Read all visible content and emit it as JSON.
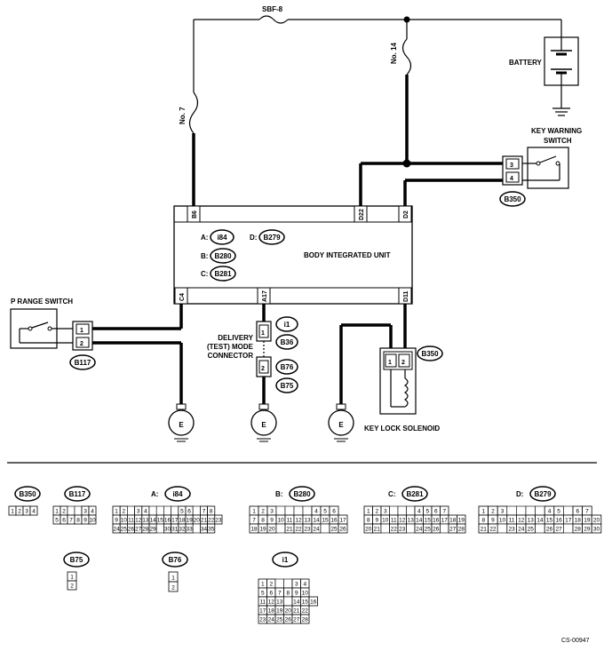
{
  "fuses": {
    "sbf": "SBF-8",
    "fuse_14": "No. 14",
    "fuse_7": "No. 7"
  },
  "battery": {
    "label": "BATTERY"
  },
  "key_warning_switch": {
    "label_line1": "KEY WARNING",
    "label_line2": "SWITCH",
    "connector": "B350",
    "pins": [
      "3",
      "4"
    ]
  },
  "body_integrated_unit": {
    "label": "BODY INTEGRATED UNIT",
    "connectors": [
      {
        "prefix": "A:",
        "id": "i84"
      },
      {
        "prefix": "B:",
        "id": "B280"
      },
      {
        "prefix": "C:",
        "id": "B281"
      },
      {
        "prefix": "D:",
        "id": "B279"
      }
    ],
    "top_terminals": [
      "B6",
      "D22",
      "D2"
    ],
    "bottom_terminals": [
      "C4",
      "A17",
      "D11"
    ]
  },
  "p_range_switch": {
    "label": "P RANGE SWITCH",
    "connector": "B117",
    "pins": [
      "1",
      "2"
    ]
  },
  "delivery_connector": {
    "label_line1": "DELIVERY",
    "label_line2": "(TEST) MODE",
    "label_line3": "CONNECTOR",
    "connectors": [
      "i1",
      "B36",
      "B76",
      "B75"
    ],
    "pins": [
      "1",
      "2"
    ]
  },
  "key_lock_solenoid": {
    "label": "KEY LOCK SOLENOID",
    "connector": "B350",
    "pins": [
      "1",
      "2"
    ]
  },
  "ground_symbol": "E",
  "connector_views": {
    "b350": {
      "id": "B350",
      "rows": [
        [
          "1",
          "2",
          "3",
          "4"
        ]
      ]
    },
    "b117": {
      "id": "B117",
      "rows": [
        [
          "1",
          "2",
          "",
          "",
          "3",
          "4"
        ],
        [
          "5",
          "6",
          "7",
          "8",
          "9",
          "10"
        ]
      ]
    },
    "i84": {
      "prefix": "A:",
      "id": "i84",
      "rows": [
        [
          "1",
          "2",
          "",
          "3",
          "4",
          "",
          "",
          "",
          "",
          "5",
          "6",
          "",
          "7",
          "8"
        ],
        [
          "9",
          "10",
          "11",
          "12",
          "13",
          "14",
          "15",
          "16",
          "17",
          "18",
          "19",
          "20",
          "21",
          "22",
          "23"
        ],
        [
          "24",
          "25",
          "26",
          "27",
          "28",
          "29",
          "",
          "30",
          "31",
          "32",
          "33",
          "",
          "34",
          "35"
        ]
      ]
    },
    "b280": {
      "prefix": "B:",
      "id": "B280",
      "rows": [
        [
          "1",
          "2",
          "3",
          "",
          "",
          "",
          "",
          "4",
          "5",
          "6"
        ],
        [
          "7",
          "8",
          "9",
          "10",
          "11",
          "12",
          "13",
          "14",
          "15",
          "16",
          "17"
        ],
        [
          "18",
          "19",
          "20",
          "",
          "21",
          "22",
          "23",
          "24",
          "",
          "25",
          "26"
        ]
      ]
    },
    "b281": {
      "prefix": "C:",
      "id": "B281",
      "rows": [
        [
          "1",
          "2",
          "3",
          "",
          "",
          "",
          "4",
          "5",
          "6",
          "7"
        ],
        [
          "8",
          "9",
          "10",
          "11",
          "12",
          "13",
          "14",
          "15",
          "16",
          "17",
          "18",
          "19"
        ],
        [
          "20",
          "21",
          "",
          "22",
          "23",
          "",
          "24",
          "25",
          "26",
          "",
          "27",
          "28"
        ]
      ]
    },
    "b279": {
      "prefix": "D:",
      "id": "B279",
      "rows": [
        [
          "1",
          "2",
          "3",
          "",
          "",
          "",
          "",
          "4",
          "5",
          "",
          "6",
          "7"
        ],
        [
          "8",
          "9",
          "10",
          "11",
          "12",
          "13",
          "14",
          "15",
          "16",
          "17",
          "18",
          "19",
          "20"
        ],
        [
          "21",
          "22",
          "",
          "23",
          "24",
          "25",
          "",
          "26",
          "27",
          "",
          "28",
          "29",
          "30"
        ]
      ]
    },
    "b75": {
      "id": "B75",
      "rows": [
        [
          "1"
        ],
        [
          "2"
        ]
      ]
    },
    "b76": {
      "id": "B76",
      "rows": [
        [
          "1"
        ],
        [
          "2"
        ]
      ]
    },
    "i1": {
      "id": "i1",
      "rows": [
        [
          "1",
          "2",
          "",
          "",
          "3",
          "4"
        ],
        [
          "5",
          "6",
          "7",
          "8",
          "9",
          "10"
        ],
        [
          "11",
          "12",
          "13",
          "",
          "14",
          "15",
          "16"
        ],
        [
          "17",
          "18",
          "19",
          "20",
          "21",
          "22"
        ],
        [
          "23",
          "24",
          "25",
          "26",
          "27",
          "28"
        ]
      ]
    }
  },
  "figure_code": "CS-00947"
}
